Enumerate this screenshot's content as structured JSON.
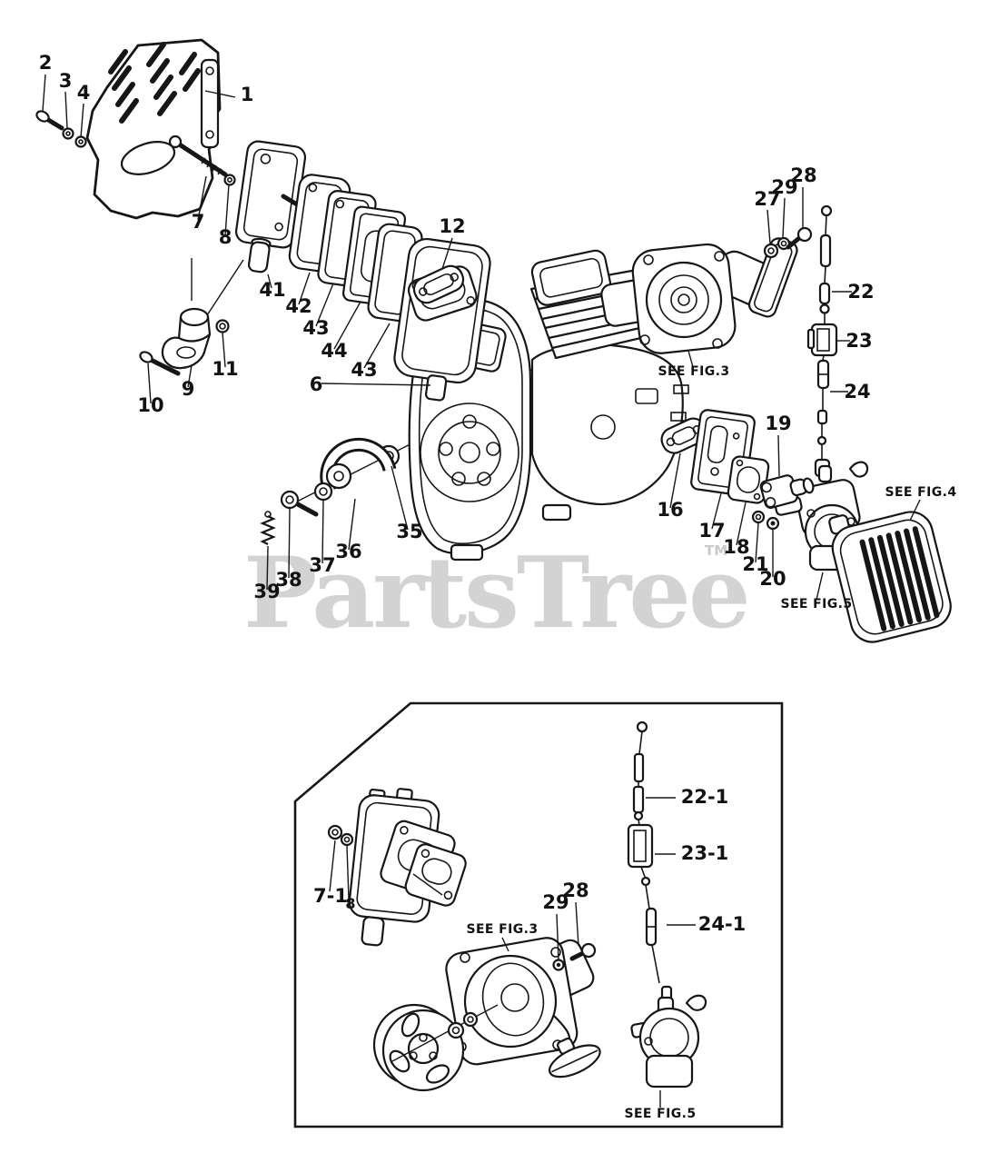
{
  "page": {
    "background": "#ffffff",
    "line_color": "#161616"
  },
  "watermark": {
    "text": "PartsTree",
    "tm": "TM",
    "color": "#d3d3d3"
  },
  "main": {
    "callouts": [
      {
        "text": "2"
      },
      {
        "text": "3"
      },
      {
        "text": "4"
      },
      {
        "text": "1"
      },
      {
        "text": "7"
      },
      {
        "text": "8"
      },
      {
        "text": "41"
      },
      {
        "text": "42"
      },
      {
        "text": "43"
      },
      {
        "text": "44"
      },
      {
        "text": "6"
      },
      {
        "text": "43"
      },
      {
        "text": "12"
      },
      {
        "text": "9"
      },
      {
        "text": "10"
      },
      {
        "text": "11"
      },
      {
        "text": "27"
      },
      {
        "text": "29"
      },
      {
        "text": "28"
      },
      {
        "text": "22"
      },
      {
        "text": "23"
      },
      {
        "text": "24"
      },
      {
        "text": "16"
      },
      {
        "text": "17"
      },
      {
        "text": "18"
      },
      {
        "text": "19"
      },
      {
        "text": "21"
      },
      {
        "text": "20"
      },
      {
        "text": "35"
      },
      {
        "text": "36"
      },
      {
        "text": "37"
      },
      {
        "text": "38"
      },
      {
        "text": "39"
      }
    ],
    "references": [
      {
        "text": "SEE FIG.3"
      },
      {
        "text": "SEE FIG.4"
      },
      {
        "text": "SEE FIG.5"
      }
    ]
  },
  "inset": {
    "callouts": [
      {
        "text": "7-1"
      },
      {
        "text": "8"
      },
      {
        "text": "28"
      },
      {
        "text": "29"
      },
      {
        "text": "22-1"
      },
      {
        "text": "23-1"
      },
      {
        "text": "24-1"
      }
    ],
    "references": [
      {
        "text": "SEE FIG.3"
      },
      {
        "text": "SEE FIG.5"
      }
    ]
  }
}
